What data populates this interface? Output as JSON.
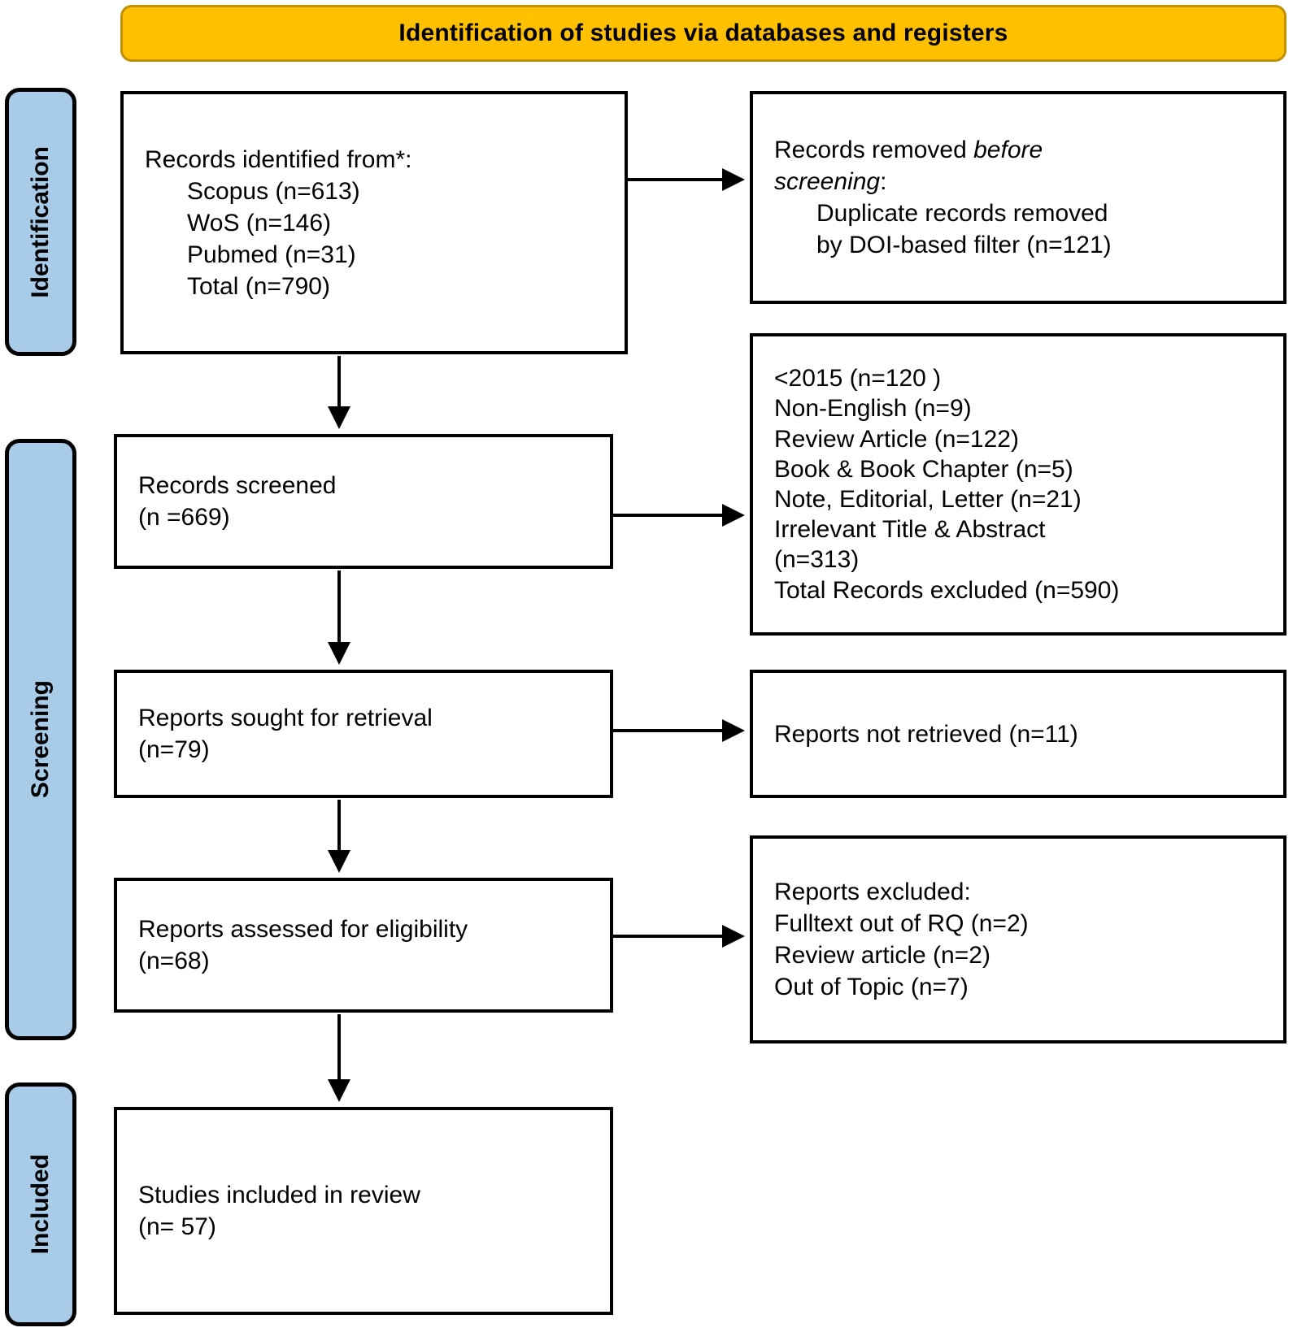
{
  "header": {
    "title": "Identification of studies via databases and registers",
    "banner_color": "#FFC000",
    "banner_border_color": "#BF9000"
  },
  "stages": {
    "identification": "Identification",
    "screening": "Screening",
    "included": "Included",
    "bar_color": "#A8CBE8"
  },
  "boxes": {
    "records_identified": {
      "name": "records-identified",
      "lines": [
        "Records identified from*:",
        "Scopus (n=613)",
        "WoS (n=146)",
        "Pubmed (n=31)",
        "Total (n=790)"
      ]
    },
    "removed_before_screening": {
      "name": "records-removed-before-screening",
      "line1_prefix": "Records removed ",
      "line1_italic": "before",
      "line2_italic": "screening",
      "line2_suffix": ":",
      "line3": "Duplicate records removed",
      "line4": "by DOI-based filter (n=121)"
    },
    "records_screened": {
      "name": "records-screened",
      "lines": [
        "Records screened",
        "(n =669)"
      ]
    },
    "records_excluded": {
      "name": "records-excluded",
      "lines": [
        "<2015 (n=120 )",
        "Non-English (n=9)",
        "Review Article (n=122)",
        "Book & Book Chapter (n=5)",
        "Note, Editorial, Letter (n=21)",
        "Irrelevant Title & Abstract",
        "(n=313)",
        "Total Records excluded (n=590)"
      ]
    },
    "reports_sought": {
      "name": "reports-sought-for-retrieval",
      "lines": [
        "Reports sought for retrieval",
        "(n=79)"
      ]
    },
    "reports_not_retrieved": {
      "name": "reports-not-retrieved",
      "lines": [
        "Reports not retrieved (n=11)"
      ]
    },
    "reports_assessed": {
      "name": "reports-assessed-for-eligibility",
      "lines": [
        "Reports assessed for eligibility",
        "(n=68)"
      ]
    },
    "reports_excluded": {
      "name": "reports-excluded",
      "lines": [
        "Reports excluded:",
        "Fulltext out of RQ (n=2)",
        "Review article (n=2)",
        "Out of Topic (n=7)"
      ]
    },
    "studies_included": {
      "name": "studies-included-in-review",
      "lines": [
        "Studies included in review",
        "(n= 57)"
      ]
    }
  },
  "chart_data": {
    "type": "diagram",
    "title": "Identification of studies via databases and registers",
    "nodes": [
      {
        "id": "records_identified",
        "stage": "Identification",
        "label": "Records identified from*",
        "counts": {
          "Scopus": 613,
          "WoS": 146,
          "Pubmed": 31,
          "Total": 790
        }
      },
      {
        "id": "removed_before_screening",
        "stage": "Identification",
        "label": "Records removed before screening: Duplicate records removed by DOI-based filter",
        "counts": {
          "Duplicates removed": 121
        }
      },
      {
        "id": "records_screened",
        "stage": "Screening",
        "label": "Records screened",
        "counts": {
          "n": 669
        }
      },
      {
        "id": "records_excluded",
        "stage": "Screening",
        "label": "Records excluded",
        "counts": {
          "<2015": 120,
          "Non-English": 9,
          "Review Article": 122,
          "Book & Book Chapter": 5,
          "Note, Editorial, Letter": 21,
          "Irrelevant Title & Abstract": 313,
          "Total Records excluded": 590
        }
      },
      {
        "id": "reports_sought",
        "stage": "Screening",
        "label": "Reports sought for retrieval",
        "counts": {
          "n": 79
        }
      },
      {
        "id": "reports_not_retrieved",
        "stage": "Screening",
        "label": "Reports not retrieved",
        "counts": {
          "n": 11
        }
      },
      {
        "id": "reports_assessed",
        "stage": "Screening",
        "label": "Reports assessed for eligibility",
        "counts": {
          "n": 68
        }
      },
      {
        "id": "reports_excluded",
        "stage": "Screening",
        "label": "Reports excluded",
        "counts": {
          "Fulltext out of RQ": 2,
          "Review article": 2,
          "Out of Topic": 7
        }
      },
      {
        "id": "studies_included",
        "stage": "Included",
        "label": "Studies included in review",
        "counts": {
          "n": 57
        }
      }
    ],
    "edges": [
      {
        "from": "records_identified",
        "to": "removed_before_screening",
        "direction": "right"
      },
      {
        "from": "records_identified",
        "to": "records_screened",
        "direction": "down"
      },
      {
        "from": "records_screened",
        "to": "records_excluded",
        "direction": "right"
      },
      {
        "from": "records_screened",
        "to": "reports_sought",
        "direction": "down"
      },
      {
        "from": "reports_sought",
        "to": "reports_not_retrieved",
        "direction": "right"
      },
      {
        "from": "reports_sought",
        "to": "reports_assessed",
        "direction": "down"
      },
      {
        "from": "reports_assessed",
        "to": "reports_excluded",
        "direction": "right"
      },
      {
        "from": "reports_assessed",
        "to": "studies_included",
        "direction": "down"
      }
    ]
  }
}
